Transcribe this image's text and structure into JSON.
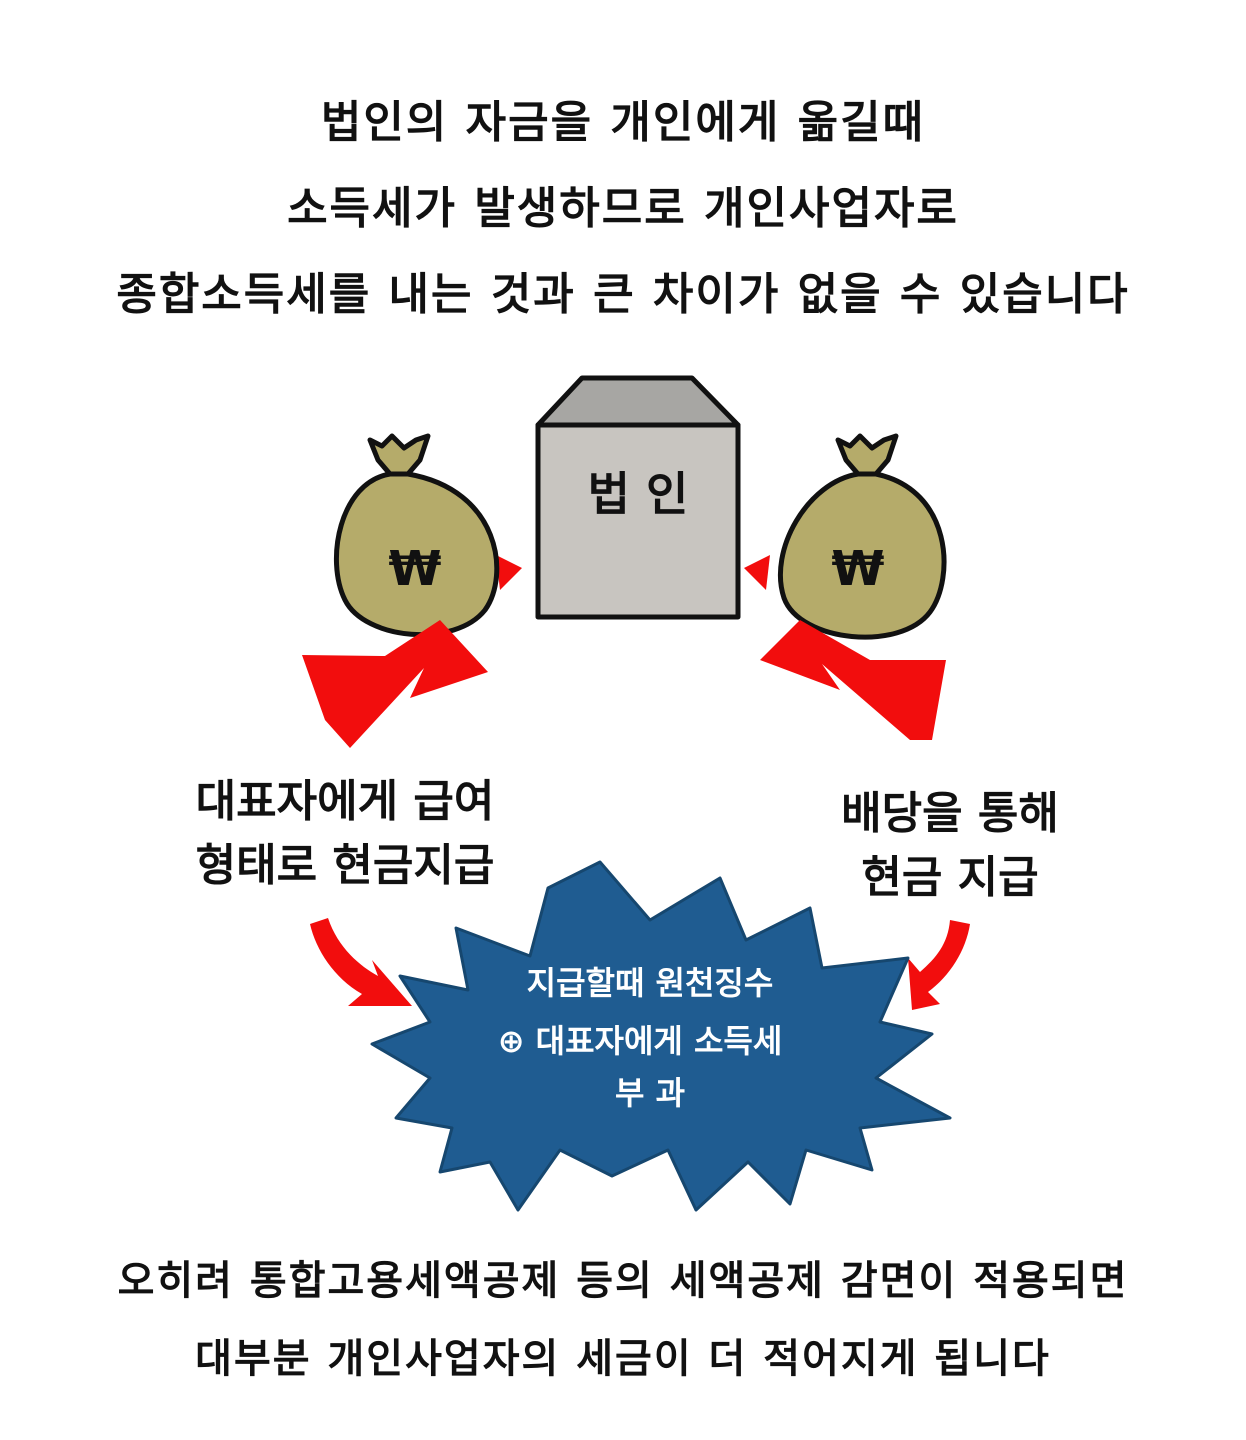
{
  "header": {
    "lines": [
      "법인의 자금을 개인에게 옮길때",
      "소득세가 발생하므로 개인사업자로",
      "종합소득세를 내는 것과 큰 차이가 없을 수 있습니다"
    ]
  },
  "diagram": {
    "corporation": {
      "label": "법 인"
    },
    "money_bag_symbol": "₩",
    "left_path": {
      "lines": [
        "대표자에게 급여",
        "형태로 현금지급"
      ]
    },
    "right_path": {
      "lines": [
        "배당을 통해",
        "현금 지급"
      ]
    },
    "burst": {
      "lines": [
        "지급할때 원천징수",
        "⊕ 대표자에게 소득세",
        "부   과"
      ]
    },
    "colors": {
      "arrow": "#f20d0d",
      "bag": "#b5ab6a",
      "building_front": "#c8c5c0",
      "building_roof": "#a7a6a3",
      "burst": "#1f5c91",
      "outline": "#111111"
    }
  },
  "footer": {
    "lines": [
      "오히려 통합고용세액공제 등의 세액공제 감면이 적용되면",
      "대부분 개인사업자의 세금이 더 적어지게 됩니다"
    ]
  }
}
